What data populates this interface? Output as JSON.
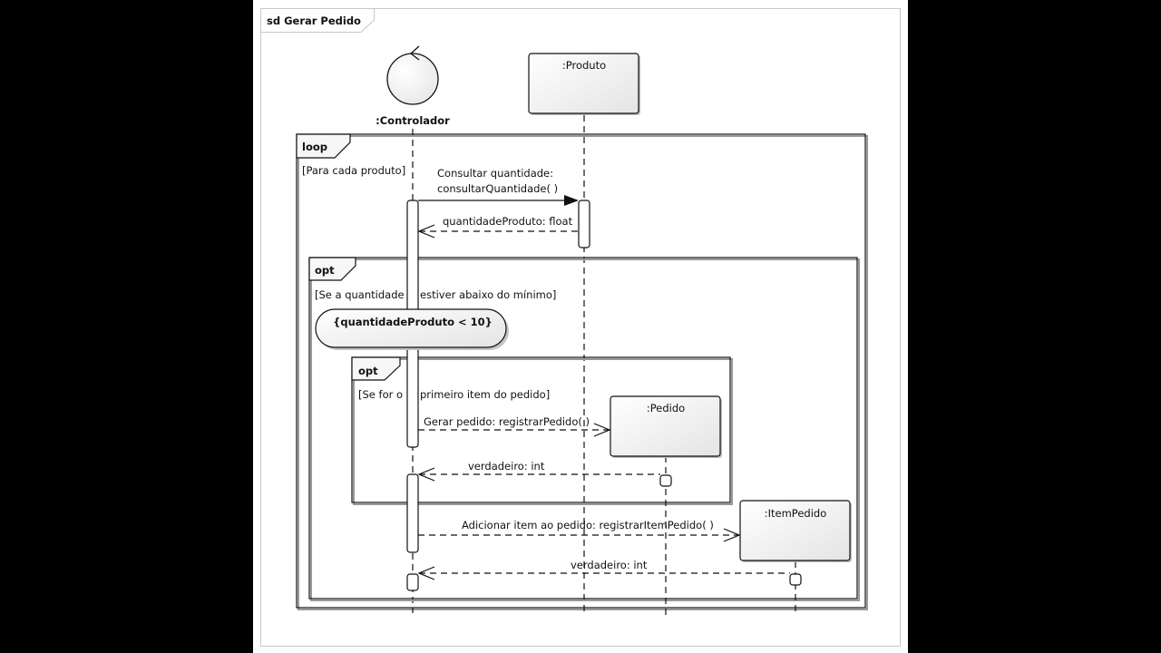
{
  "diagram": {
    "frame_title": "sd Gerar Pedido",
    "lifelines": [
      {
        "id": "controlador",
        "name": ":Controlador",
        "kind": "control"
      },
      {
        "id": "produto",
        "name": ":Produto",
        "kind": "object"
      },
      {
        "id": "pedido",
        "name": ":Pedido",
        "kind": "object"
      },
      {
        "id": "itempedido",
        "name": ":ItemPedido",
        "kind": "object"
      }
    ],
    "fragments": [
      {
        "id": "loop",
        "operator": "loop",
        "guard_left": "[Para cada produto]",
        "guard_right": ""
      },
      {
        "id": "opt1",
        "operator": "opt",
        "guard_left": "[Se a quantidade",
        "guard_right": "estiver abaixo do mínimo]"
      },
      {
        "id": "opt2",
        "operator": "opt",
        "guard_left": "[Se for o",
        "guard_right": "primeiro item do pedido]"
      }
    ],
    "state_invariant": "{quantidadeProduto < 10}",
    "messages": [
      {
        "id": "m1",
        "label_line1": "Consultar quantidade:",
        "label_line2": "consultarQuantidade( )",
        "from": ":Controlador",
        "to": ":Produto",
        "type": "synchronous"
      },
      {
        "id": "m2",
        "label": "quantidadeProduto: float",
        "from": ":Produto",
        "to": ":Controlador",
        "type": "reply"
      },
      {
        "id": "m3",
        "label": "Gerar pedido: registrarPedido( )",
        "from": ":Controlador",
        "to": ":Pedido",
        "type": "create"
      },
      {
        "id": "m4",
        "label": "verdadeiro: int",
        "from": ":Pedido",
        "to": ":Controlador",
        "type": "reply"
      },
      {
        "id": "m5",
        "label": "Adicionar item ao pedido: registrarItemPedido( )",
        "from": ":Controlador",
        "to": ":ItemPedido",
        "type": "create"
      },
      {
        "id": "m6",
        "label": "verdadeiro: int",
        "from": ":ItemPedido",
        "to": ":Controlador",
        "type": "reply"
      }
    ]
  }
}
